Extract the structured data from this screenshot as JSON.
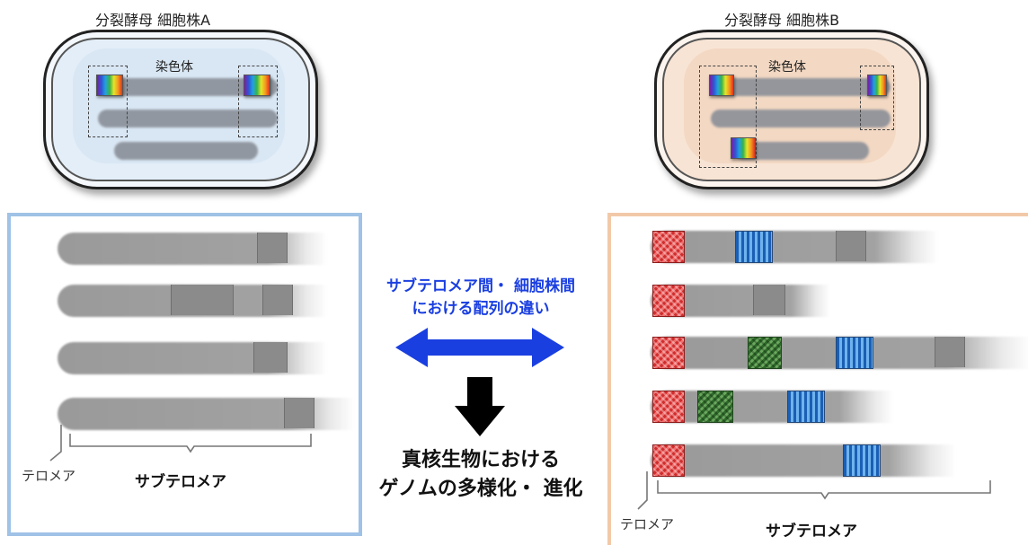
{
  "cell_a": {
    "title": "分裂酵母 細胞株A",
    "chromosome_label": "染色体"
  },
  "cell_b": {
    "title": "分裂酵母 細胞株B",
    "chromosome_label": "染色体"
  },
  "panel_a": {
    "telomere_label": "テロメア",
    "subtelomere_label": "サブテロメア"
  },
  "panel_b": {
    "telomere_label": "テロメア",
    "subtelomere_label": "サブテロメア"
  },
  "center": {
    "difference_line1": "サブテロメア間・ 細胞株間",
    "difference_line2": "における配列の違い",
    "result_line1": "真核生物における",
    "result_line2": "ゲノムの多様化・ 進化"
  },
  "colors": {
    "cell_a_fill": "#e3eef8",
    "cell_b_fill": "#f8e4d4",
    "panel_a_border": "#9fc2e6",
    "panel_b_border": "#f2c9a8",
    "arrow_blue": "#1a3fe0",
    "arrow_black": "#000000"
  },
  "icons": {
    "double_arrow": "double-headed-arrow",
    "down_arrow": "down-arrow"
  }
}
